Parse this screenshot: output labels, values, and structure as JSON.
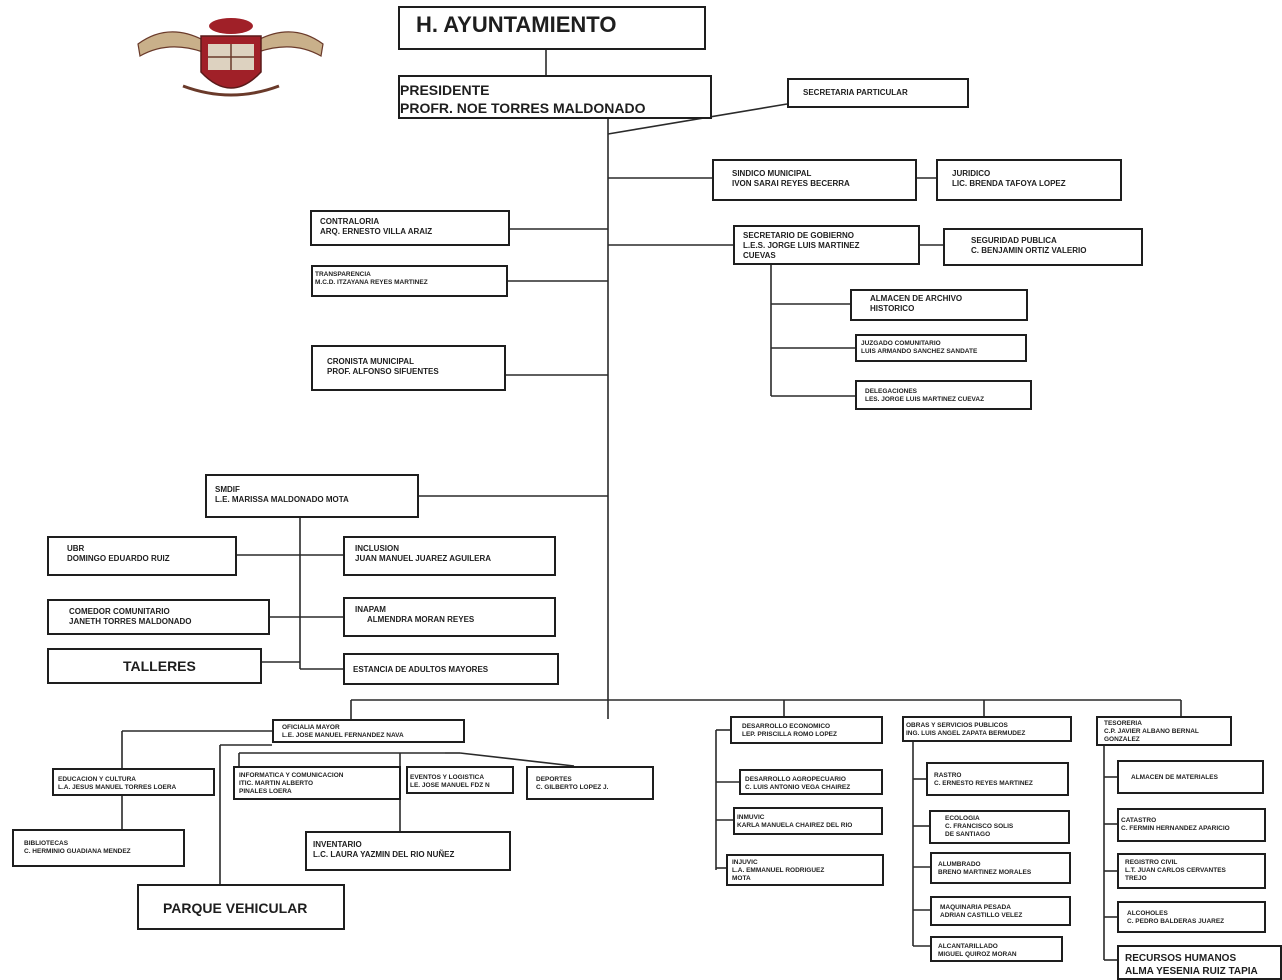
{
  "header": {
    "ayuntamiento": "H. AYUNTAMIENTO",
    "presidente": [
      "PRESIDENTE",
      "PROFR. NOE TORRES MALDONADO"
    ],
    "secretaria_particular": "SECRETARIA PARTICULAR"
  },
  "logo": {
    "icon": "municipal-seal-icon",
    "colors": [
      "#a02028",
      "#6a3a2a",
      "#c9b08a"
    ]
  },
  "right_branch": {
    "sindico": [
      "SINDICO MUNICIPAL",
      "IVON SARAI REYES BECERRA"
    ],
    "juridico": [
      "JURIDICO",
      "LIC. BRENDA TAFOYA LOPEZ"
    ],
    "secretario_gobierno": [
      "SECRETARIO DE GOBIERNO",
      "L.E.S. JORGE LUIS MARTINEZ",
      "CUEVAS"
    ],
    "seguridad_publica": [
      "SEGURIDAD PUBLICA",
      "C. BENJAMIN ORTIZ VALERIO"
    ],
    "almacen_archivo": [
      "ALMACEN DE ARCHIVO",
      "HISTORICO"
    ],
    "juzgado": [
      "JUZGADO COMUNITARIO",
      "LUIS ARMANDO SANCHEZ SANDATE"
    ],
    "delegaciones": [
      "DELEGACIONES",
      "LES. JORGE LUIS MARTINEZ CUEVAZ"
    ]
  },
  "left_branch": {
    "contraloria": [
      "CONTRALORIA",
      "ARQ. ERNESTO VILLA ARAIZ"
    ],
    "transparencia": [
      "TRANSPARENCIA",
      "M.C.D. ITZAYANA REYES MARTINEZ"
    ],
    "cronista": [
      "CRONISTA MUNICIPAL",
      "PROF. ALFONSO SIFUENTES"
    ]
  },
  "dif": {
    "smdif": [
      "SMDIF",
      "L.E. MARISSA MALDONADO MOTA"
    ],
    "ubr": [
      "UBR",
      "DOMINGO EDUARDO RUIZ"
    ],
    "inclusion": [
      "INCLUSION",
      "JUAN MANUEL JUAREZ AGUILERA"
    ],
    "comedor": [
      "COMEDOR COMUNITARIO",
      "JANETH TORRES MALDONADO"
    ],
    "inapam": [
      "INAPAM",
      "ALMENDRA MORAN REYES"
    ],
    "talleres": "TALLERES",
    "estancia": "ESTANCIA DE ADULTOS MAYORES"
  },
  "oficialia": {
    "oficialia_mayor": [
      "OFICIALIA MAYOR",
      "L.E. JOSE MANUEL FERNANDEZ NAVA"
    ],
    "educacion": [
      "EDUCACION Y CULTURA",
      "L.A. JESUS MANUEL TORRES LOERA"
    ],
    "informatica": [
      "INFORMATICA Y COMUNICACION",
      "ITIC. MARTIN ALBERTO",
      "PINALES LOERA"
    ],
    "eventos": [
      "EVENTOS Y LOGISTICA",
      "LE. JOSE MANUEL FDZ N"
    ],
    "deportes": [
      "DEPORTES",
      "C. GILBERTO LOPEZ J."
    ],
    "bibliotecas": [
      "BIBLIOTECAS",
      "C. HERMINIO GUADIANA MENDEZ"
    ],
    "inventario": [
      "INVENTARIO",
      "L.C. LAURA YAZMIN DEL RIO NUÑEZ"
    ],
    "parque": "PARQUE VEHICULAR"
  },
  "desarrollo": {
    "economico": [
      "DESARROLLO ECONOMICO",
      "LEP. PRISCILLA ROMO LOPEZ"
    ],
    "agropecuario": [
      "DESARROLLO AGROPECUARIO",
      "C. LUIS ANTONIO VEGA CHAIREZ"
    ],
    "inmuvic1": [
      "INMUVIC",
      "KARLA MANUELA CHAIREZ DEL RIO"
    ],
    "inmuvic2": [
      "INJUVIC",
      "L.A. EMMANUEL RODRIGUEZ",
      "MOTA"
    ]
  },
  "obras": {
    "obras": [
      "OBRAS Y SERVICIOS PUBLICOS",
      "ING. LUIS ANGEL ZAPATA BERMUDEZ"
    ],
    "rastro": [
      "RASTRO",
      "C. ERNESTO REYES MARTINEZ"
    ],
    "ecologia": [
      "ECOLOGIA",
      "C. FRANCISCO SOLIS",
      "DE SANTIAGO"
    ],
    "alumbrado": [
      "ALUMBRADO",
      "BRENO MARTINEZ MORALES"
    ],
    "maquinaria": [
      "MAQUINARIA PESADA",
      "ADRIAN CASTILLO VELEZ"
    ],
    "alcantarillado": [
      "ALCANTARILLADO",
      "MIGUEL QUIROZ MORAN"
    ]
  },
  "tesoreria": {
    "tesoreria": [
      "TESORERIA",
      "C.P. JAVIER ALBANO BERNAL",
      "GONZALEZ"
    ],
    "almacen_materiales": "ALMACEN DE MATERIALES",
    "catastro": [
      "CATASTRO",
      "C. FERMIN HERNANDEZ APARICIO"
    ],
    "registro_civil": [
      "REGISTRO CIVIL",
      "L.T. JUAN CARLOS CERVANTES",
      "TREJO"
    ],
    "alcoholes": [
      "ALCOHOLES",
      "C. PEDRO BALDERAS JUAREZ"
    ],
    "recursos_humanos": [
      "RECURSOS HUMANOS",
      "ALMA YESENIA RUIZ TAPIA"
    ]
  }
}
